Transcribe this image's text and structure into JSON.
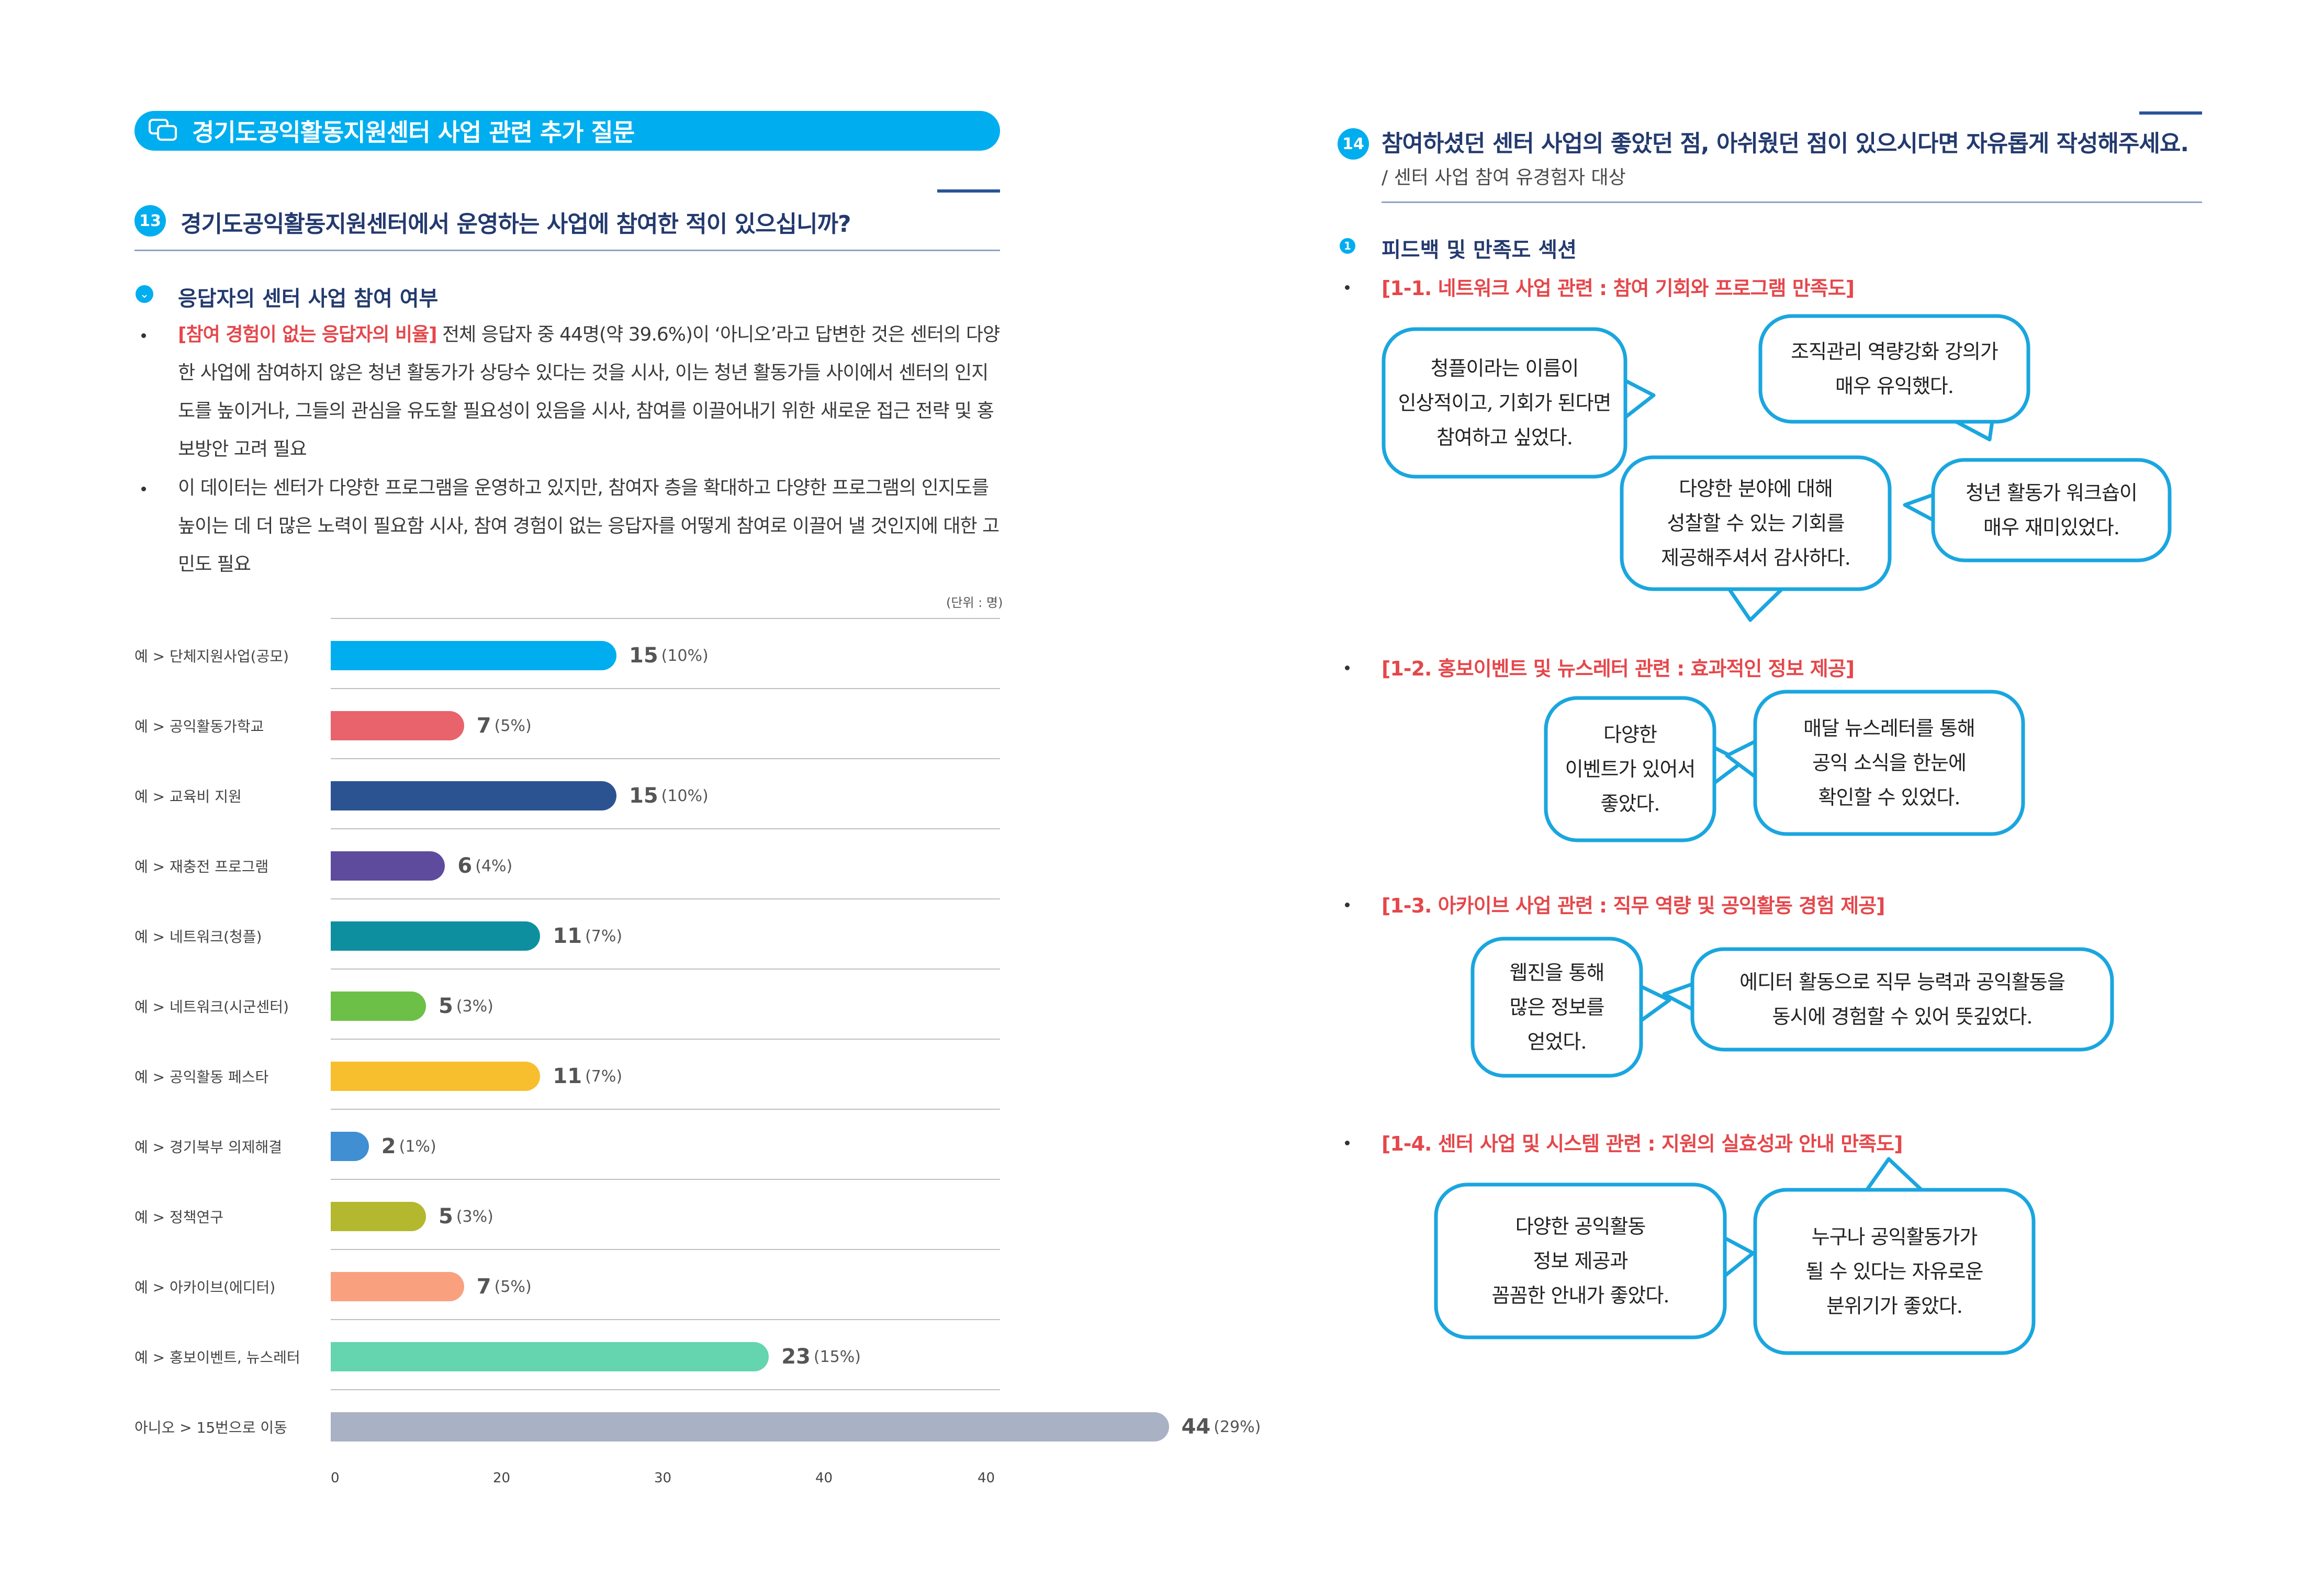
{
  "left": {
    "header_title": "경기도공익활동지원센터 사업 관련 추가 질문",
    "question": {
      "number": "13",
      "title": "경기도공익활동지원센터에서 운영하는 사업에 참여한 적이 있으십니까?"
    },
    "section_title": "응답자의 센터 사업 참여 여부",
    "bullets": [
      {
        "highlight": "[참여 경험이 없는 응답자의 비율]",
        "text": " 전체 응답자 중 44명(약 39.6%)이 ‘아니오’라고 답변한 것은 센터의 다양한 사업에 참여하지 않은 청년 활동가가 상당수 있다는 것을 시사, 이는 청년 활동가들 사이에서 센터의 인지도를 높이거나, 그들의 관심을 유도할 필요성이 있음을 시사, 참여를 이끌어내기 위한 새로운 접근 전략 및 홍보방안 고려 필요"
      },
      {
        "highlight": "",
        "text": "이 데이터는 센터가 다양한 프로그램을 운영하고 있지만, 참여자 층을 확대하고 다양한 프로그램의 인지도를 높이는 데 더 많은 노력이 필요함 시사, 참여 경험이 없는 응답자를 어떻게 참여로 이끌어 낼 것인지에 대한 고민도 필요"
      }
    ],
    "unit_label": "(단위 : 명)"
  },
  "chart_data": {
    "type": "bar",
    "orientation": "horizontal",
    "categories": [
      "예 > 단체지원사업(공모)",
      "예 > 공익활동가학교",
      "예 > 교육비 지원",
      "예 > 재충전 프로그램",
      "예 > 네트워크(청플)",
      "예 > 네트워크(시군센터)",
      "예 > 공익활동 페스타",
      "예 > 경기북부 의제해결",
      "예 > 정책연구",
      "예 > 아카이브(에디터)",
      "예 > 홍보이벤트, 뉴스레터",
      "아니오 > 15번으로 이동"
    ],
    "values": [
      15,
      7,
      15,
      6,
      11,
      5,
      11,
      2,
      5,
      7,
      23,
      44
    ],
    "percent_labels": [
      "(10%)",
      "(5%)",
      "(10%)",
      "(4%)",
      "(7%)",
      "(3%)",
      "(7%)",
      "(1%)",
      "(3%)",
      "(5%)",
      "(15%)",
      "(29%)"
    ],
    "colors": [
      "#00aeef",
      "#e8636b",
      "#2c5391",
      "#5e4b9e",
      "#0e8fa0",
      "#6cbf47",
      "#f7be2d",
      "#3f8fd2",
      "#b3b82e",
      "#f9a07f",
      "#64d5ae",
      "#a8b2c4"
    ],
    "x_ticks": [
      "0",
      "20",
      "30",
      "40",
      "40"
    ],
    "xlim": [
      0,
      48
    ]
  },
  "right": {
    "question": {
      "number": "14",
      "title": "참여하셨던 센터 사업의 좋았던 점, 아쉬웠던 점이 있으시다면 자유롭게 작성해주세요.",
      "subtitle": "/ 센터 사업 참여 유경험자 대상"
    },
    "section": {
      "number": "1",
      "title": "피드백 및 만족도 섹션"
    },
    "groups": [
      {
        "title": "[1-1. 네트워크 사업 관련 : 참여 기회와 프로그램 만족도]",
        "bubbles": [
          "청플이라는 이름이\n인상적이고, 기회가 된다면\n참여하고 싶었다.",
          "조직관리 역량강화 강의가\n매우 유익했다.",
          "다양한 분야에 대해\n성찰할 수 있는 기회를\n제공해주셔서 감사하다.",
          "청년 활동가 워크숍이\n매우 재미있었다."
        ]
      },
      {
        "title": "[1-2. 홍보이벤트 및 뉴스레터 관련 : 효과적인 정보 제공]",
        "bubbles": [
          "다양한\n이벤트가 있어서\n좋았다.",
          "매달 뉴스레터를 통해\n공익 소식을 한눈에\n확인할 수 있었다."
        ]
      },
      {
        "title": "[1-3. 아카이브 사업 관련 : 직무 역량 및 공익활동 경험 제공]",
        "bubbles": [
          "웹진을 통해\n많은 정보를\n얻었다.",
          "에디터 활동으로 직무 능력과 공익활동을\n동시에 경험할 수 있어 뜻깊었다."
        ]
      },
      {
        "title": "[1-4. 센터 사업 및 시스템 관련 : 지원의 실효성과 안내 만족도]",
        "bubbles": [
          "다양한 공익활동\n정보 제공과\n꼼꼼한 안내가 좋았다.",
          "누구나 공익활동가가\n될 수 있다는 자유로운\n분위기가 좋았다."
        ]
      }
    ]
  }
}
